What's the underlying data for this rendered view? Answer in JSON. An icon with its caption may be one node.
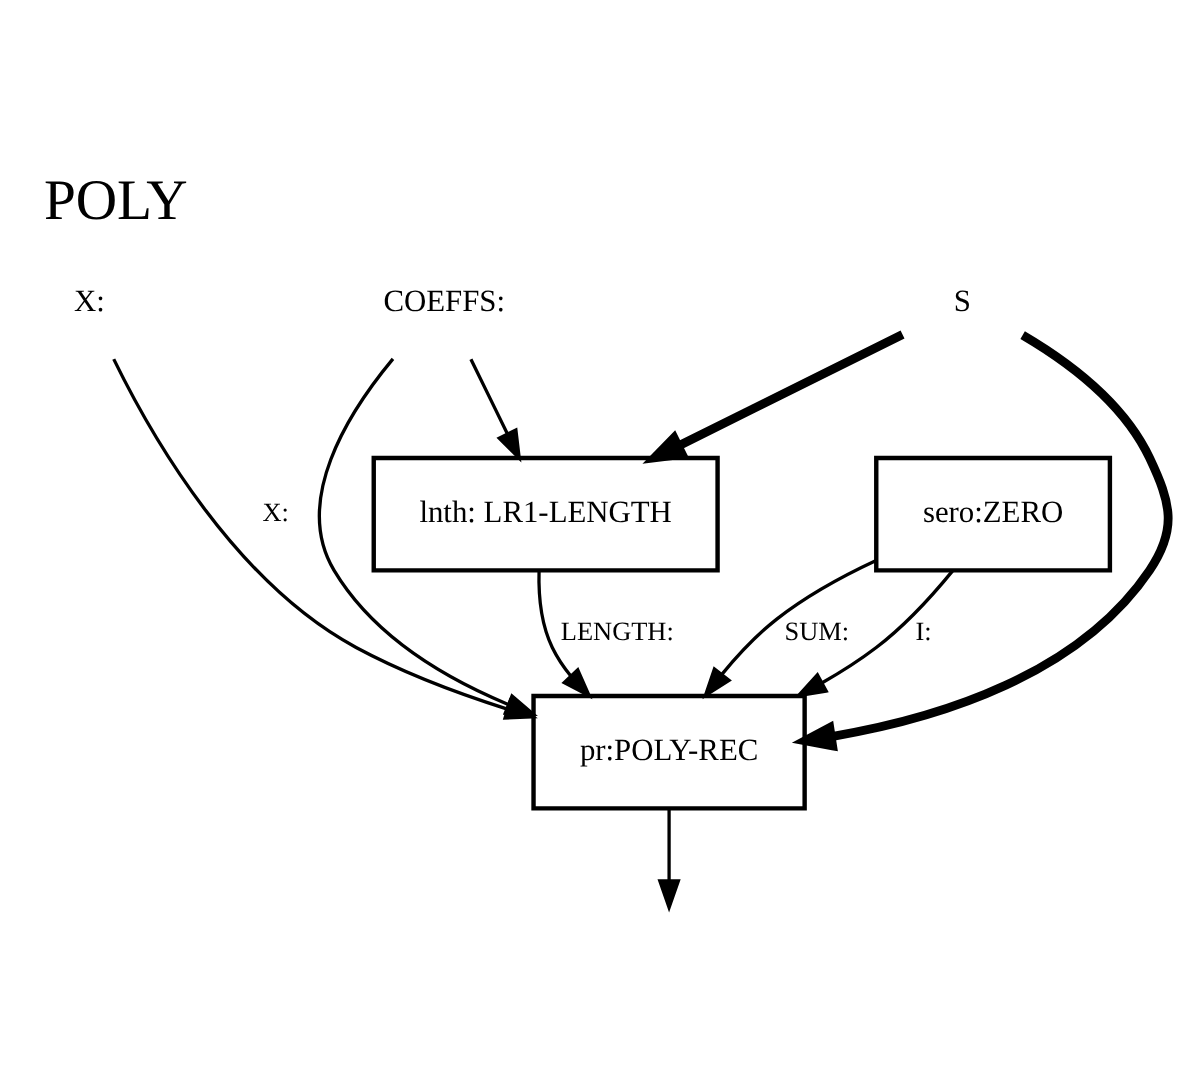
{
  "diagram": {
    "title": "POLY",
    "nodes": [
      {
        "text": [
          "X:"
        ]
      },
      {
        "text": [
          "COEFFS:"
        ]
      },
      {
        "text": [
          "S"
        ]
      },
      {
        "text": [
          "sero:ZERO"
        ]
      },
      {
        "text": [
          "lnth: LR1-LENGTH"
        ]
      },
      {
        "text": [
          "pr:POLY-REC"
        ]
      }
    ],
    "edges": [
      {
        "from": 1,
        "to": 4,
        "arrow": "to"
      },
      {
        "from": 2,
        "to": 4,
        "arrow": "to",
        "style": "thick"
      },
      {
        "from": 0,
        "to": 5,
        "arrow": "to",
        "label": "X:"
      },
      {
        "from": 1,
        "to": 5,
        "arrow": "to"
      },
      {
        "from": 3,
        "to": 5,
        "arrow": "to",
        "label": "I:"
      },
      {
        "from": 3,
        "to": 5,
        "arrow": "to",
        "label": "SUM:"
      },
      {
        "from": 4,
        "to": 5,
        "arrow": "to",
        "label": "LENGTH:"
      },
      {
        "from": 2,
        "to": 5,
        "arrow": "to",
        "style": "thick"
      },
      {
        "from": 5,
        "to": null,
        "arrow": "to"
      }
    ]
  }
}
